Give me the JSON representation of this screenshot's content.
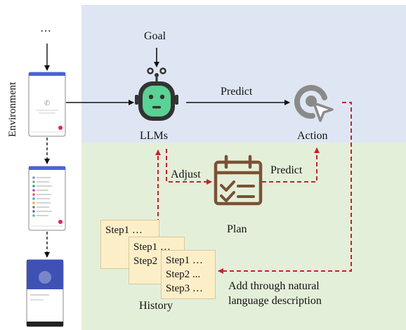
{
  "labels": {
    "top_ellipsis": "…",
    "goal": "Goal",
    "llms": "LLMs",
    "predict_top": "Predict",
    "action": "Action",
    "adjust": "Adjust",
    "predict_plan": "Predict",
    "plan": "Plan",
    "environment": "Environment",
    "history": "History",
    "add_desc_line1": "Add through natural",
    "add_desc_line2": "language description"
  },
  "history_notes": [
    [
      "Step1 …"
    ],
    [
      "Step1 …",
      "Step2 …"
    ],
    [
      "Step1 …",
      "Step2 ...",
      "Step3 …"
    ]
  ],
  "colors": {
    "top_region": "#dfe6f3",
    "bottom_region": "#e4efda",
    "llm_green": "#5ad195",
    "llm_dark": "#333333",
    "plan_brown": "#7a5233",
    "action_gray": "#8a8a8a",
    "dashed_red": "#c0262b",
    "note_fill": "#fcefc8"
  },
  "icons": [
    "phone-screenshot-icon",
    "robot-llm-icon",
    "plan-calendar-icon",
    "action-cursor-icon"
  ]
}
